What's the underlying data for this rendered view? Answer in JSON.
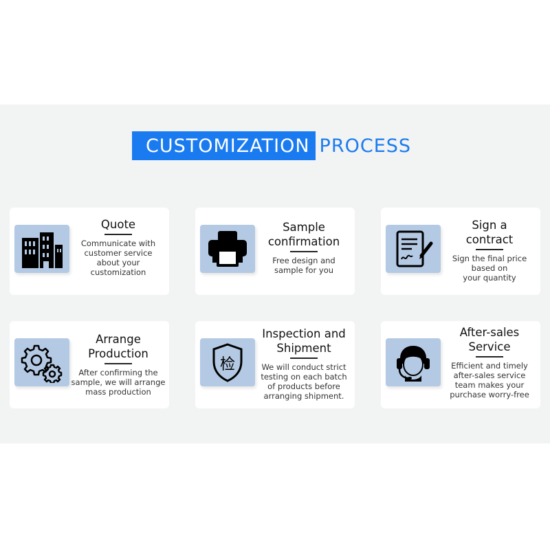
{
  "heading": {
    "left": "CUSTOMIZATION",
    "right": "PROCESS"
  },
  "colors": {
    "accent": "#1a7bf0",
    "icon_bg": "#b4c9e3",
    "band": "#f2f3f3"
  },
  "steps": [
    {
      "icon": "factory-icon",
      "title": [
        "Quote"
      ],
      "desc": [
        "Communicate with",
        "customer service",
        "about your",
        "customization"
      ]
    },
    {
      "icon": "printer-icon",
      "title": [
        "Sample",
        "confirmation"
      ],
      "desc": [
        "Free design and",
        "sample for you"
      ]
    },
    {
      "icon": "contract-icon",
      "title": [
        "Sign a",
        "contract"
      ],
      "desc": [
        "Sign the final price",
        "based on",
        "your quantity"
      ]
    },
    {
      "icon": "gears-icon",
      "title": [
        "Arrange",
        "Production"
      ],
      "desc": [
        "After confirming the",
        "sample, we will arrange",
        "mass production"
      ]
    },
    {
      "icon": "inspection-shield-icon",
      "icon_char": "检",
      "title": [
        "Inspection and",
        "Shipment"
      ],
      "desc": [
        "We will conduct strict",
        "testing on each batch",
        "of products before",
        "arranging shipment."
      ]
    },
    {
      "icon": "headset-icon",
      "title": [
        "After-sales",
        "Service"
      ],
      "desc": [
        "Efficient and timely",
        "after-sales service",
        "team makes your",
        "purchase worry-free"
      ]
    }
  ]
}
